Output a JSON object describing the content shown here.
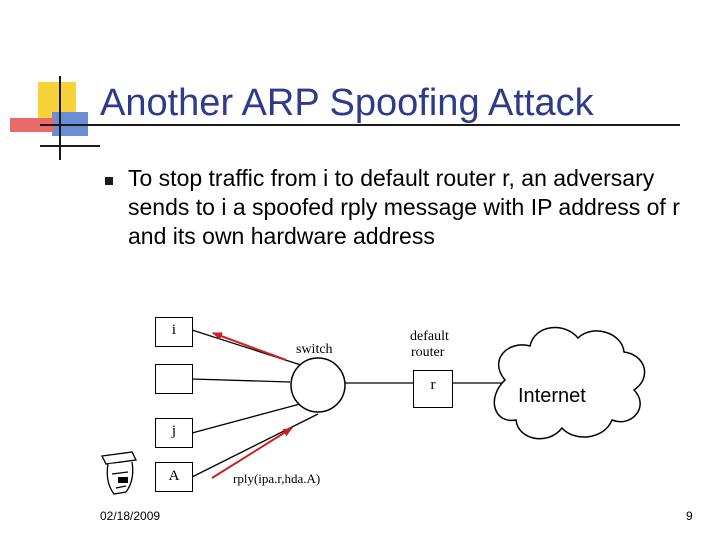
{
  "slide": {
    "title": "Another ARP Spoofing Attack",
    "bullets": [
      "To stop traffic from i to default router r, an adversary sends to i a spoofed rply message with IP address of r and its own hardware address"
    ],
    "footer_date": "02/18/2009",
    "page_number": "9"
  },
  "diagram": {
    "host_i": "i",
    "host_j": "j",
    "host_a": "A",
    "router_r": "r",
    "switch_label": "switch",
    "router_label_line1": "default",
    "router_label_line2": "router",
    "internet_label": "Internet",
    "message_label": "rply(ipa.r,hda.A)"
  },
  "colors": {
    "title": "#2e3a8c",
    "arrow": "#cc1f1f",
    "deco_yellow": "#f7d23a",
    "deco_blue": "#6b8fd6",
    "deco_red": "#e96a6a"
  }
}
